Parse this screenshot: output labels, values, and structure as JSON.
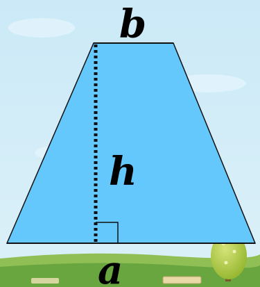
{
  "diagram": {
    "shape": "trapezoid",
    "labels": {
      "top_base": "b",
      "height": "h",
      "bottom_base": "a"
    },
    "height_line_style": "dotted",
    "right_angle_marker": true
  },
  "colors": {
    "background": "#cfeaf6",
    "trapezoid_fill": "#64c8fc",
    "outline": "#111111",
    "text": "#000000",
    "foliage": "#a9c43a",
    "ground": "#6aa640"
  }
}
